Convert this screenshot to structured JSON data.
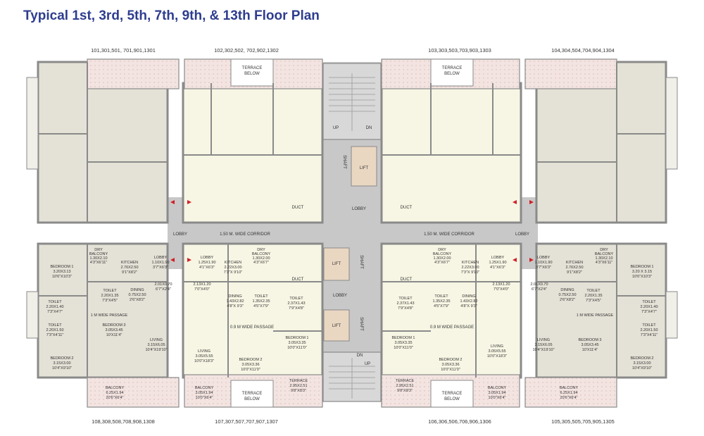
{
  "title": "Typical 1st, 3rd, 5th, 7th, 9th, & 13th Floor Plan",
  "unit_numbers": {
    "top": [
      "101,301,501, 701,901,1301",
      "102,302,502, 702,902,1302",
      "103,303,503,703,903,1303",
      "104,304,504,704,904,1304"
    ],
    "bottom": [
      "108,308,508,708,908,1308",
      "107,307,507,707,907,1307",
      "106,306,506,706,906,1306",
      "105,305,505,705,905,1305"
    ]
  },
  "core": {
    "corridor": "1.50 M. WIDE CORRIDOR",
    "lobby": "LOBBY",
    "lift": "LIFT",
    "shaft": "SHAFT",
    "duct": "DUCT",
    "up": "UP",
    "dn": "DN",
    "terrace_below": [
      "TERRACE",
      "BELOW"
    ],
    "passage": "0.9 M WIDE PASSAGE"
  },
  "rooms": {
    "bedroom1_a": [
      "BEDROOM 1",
      "3.20X3.13",
      "10'6\"X10'3\""
    ],
    "bedroom1_b": [
      "BEDROOM 1",
      "3.20 X 3.15",
      "10'6\"X10'3\""
    ],
    "bedroom1_c": [
      "BEDROOM 1",
      "3.05X3.35",
      "10'0\"X11'0\""
    ],
    "bedroom2_a": [
      "BEDROOM 2",
      "3.15X3.00",
      "10'4\"X9'10\""
    ],
    "bedroom2_b": [
      "BEDROOM 2",
      "3.05X3.36",
      "10'0\"X11'0\""
    ],
    "bedroom3": [
      "BEDROOM 3",
      "3.05X3.45",
      "10'X11'4\""
    ],
    "living_a": [
      "LIVING",
      "3.15X6.05",
      "10'4\"X19'10\""
    ],
    "living_b": [
      "LIVING",
      "3.05X5.55",
      "10'0\"X18'3\""
    ],
    "dining_a": [
      "DINING",
      "0.75X2.50",
      "2'6\"X8'2\""
    ],
    "dining_b": [
      "DINING",
      "1.43X2.82",
      "4'8\"X 9'3\""
    ],
    "kitchen_a": [
      "KITCHEN",
      "2.76X2.50",
      "9'1\"X8'2\""
    ],
    "kitchen_b": [
      "KITCHEN",
      "2.22X3.00",
      "7'3\"X 9'10\""
    ],
    "toilet_a": [
      "TOILET",
      "2.20X1.35",
      "7'3\"X4'5\""
    ],
    "toilet_b": [
      "TOILET",
      "2.20X1.40",
      "7'3\"X4'7\""
    ],
    "toilet_c": [
      "TOILET",
      "2.20X1.50",
      "7'3\"X4'11\""
    ],
    "toilet_d": [
      "TOILET",
      "1.35X2.35",
      "4'5\"X7'9\""
    ],
    "toilet_e": [
      "TOILET",
      "2.37X1.43",
      "7'9\"X4'8\""
    ],
    "lobby_a": [
      "LOBBY",
      "1.10X1.90",
      "3'7\"X6'3\""
    ],
    "lobby_b": [
      "LOBBY",
      "1.25X1.90",
      "4'1\"X6'3\""
    ],
    "dry_a": [
      "DRY",
      "BALCONY",
      "1.30X2.10",
      "4'3\"X6'11\""
    ],
    "dry_b": [
      "DRY",
      "BALCONY",
      "1.30X2.00",
      "4'3\"X6'7\""
    ],
    "balcony_a": [
      "BALCONY",
      "6.25X1.94",
      "20'6\"X6'4\""
    ],
    "balcony_b": [
      "BALCONY",
      "3.05X1.94",
      "10'0\"X6'4\""
    ],
    "terrace": [
      "TERRACE",
      "2.95X2.51",
      "9'8\"X8'3\""
    ],
    "passage_1m": "1 M WIDE PASSAGE",
    "small_a": [
      "2.01X0.70",
      "6'7\"X2'4\""
    ],
    "small_b": [
      "2.13X1.20",
      "7'0\"X4'0\""
    ]
  },
  "colors": {
    "title": "#2e3d8f",
    "wall": "#8a8a8a",
    "core": "#c8c8c8",
    "balcony": "#f3e4e1",
    "flat_beige": "#e4e1d6",
    "flat_cream": "#f7f6e4",
    "lift": "#ead7c2",
    "arrow": "#d31f26"
  }
}
